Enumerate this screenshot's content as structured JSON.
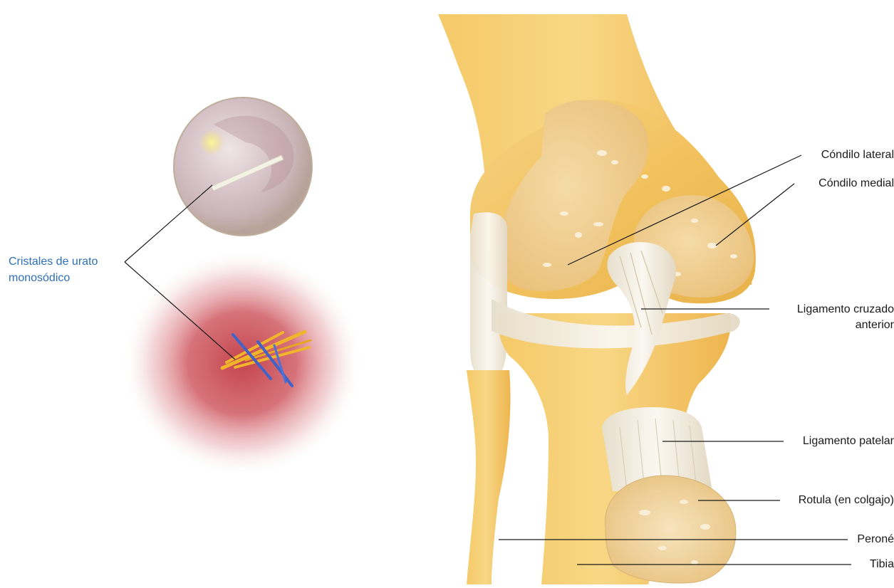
{
  "labels": {
    "cristales_line1": "Cristales de urato",
    "cristales_line2": "monosódico",
    "condilo_lateral": "Cóndilo lateral",
    "condilo_medial": "Cóndilo medial",
    "ligamento_cruzado_line1": "Ligamento cruzado",
    "ligamento_cruzado_line2": "anterior",
    "ligamento_patelar": "Ligamento patelar",
    "rotula": "Rotula (en colgajo)",
    "perone": "Peroné",
    "tibia": "Tibia"
  },
  "colors": {
    "crystal_label": "#2e6fb7",
    "bone": "#f2c25e",
    "bone_light": "#f7d98f",
    "ligament": "#f4efe3",
    "inflammation": "#c4343f",
    "crystal_yellow": "#f0b52a",
    "crystal_blue": "#3f63c8",
    "leader_line": "#1a1a1a"
  }
}
